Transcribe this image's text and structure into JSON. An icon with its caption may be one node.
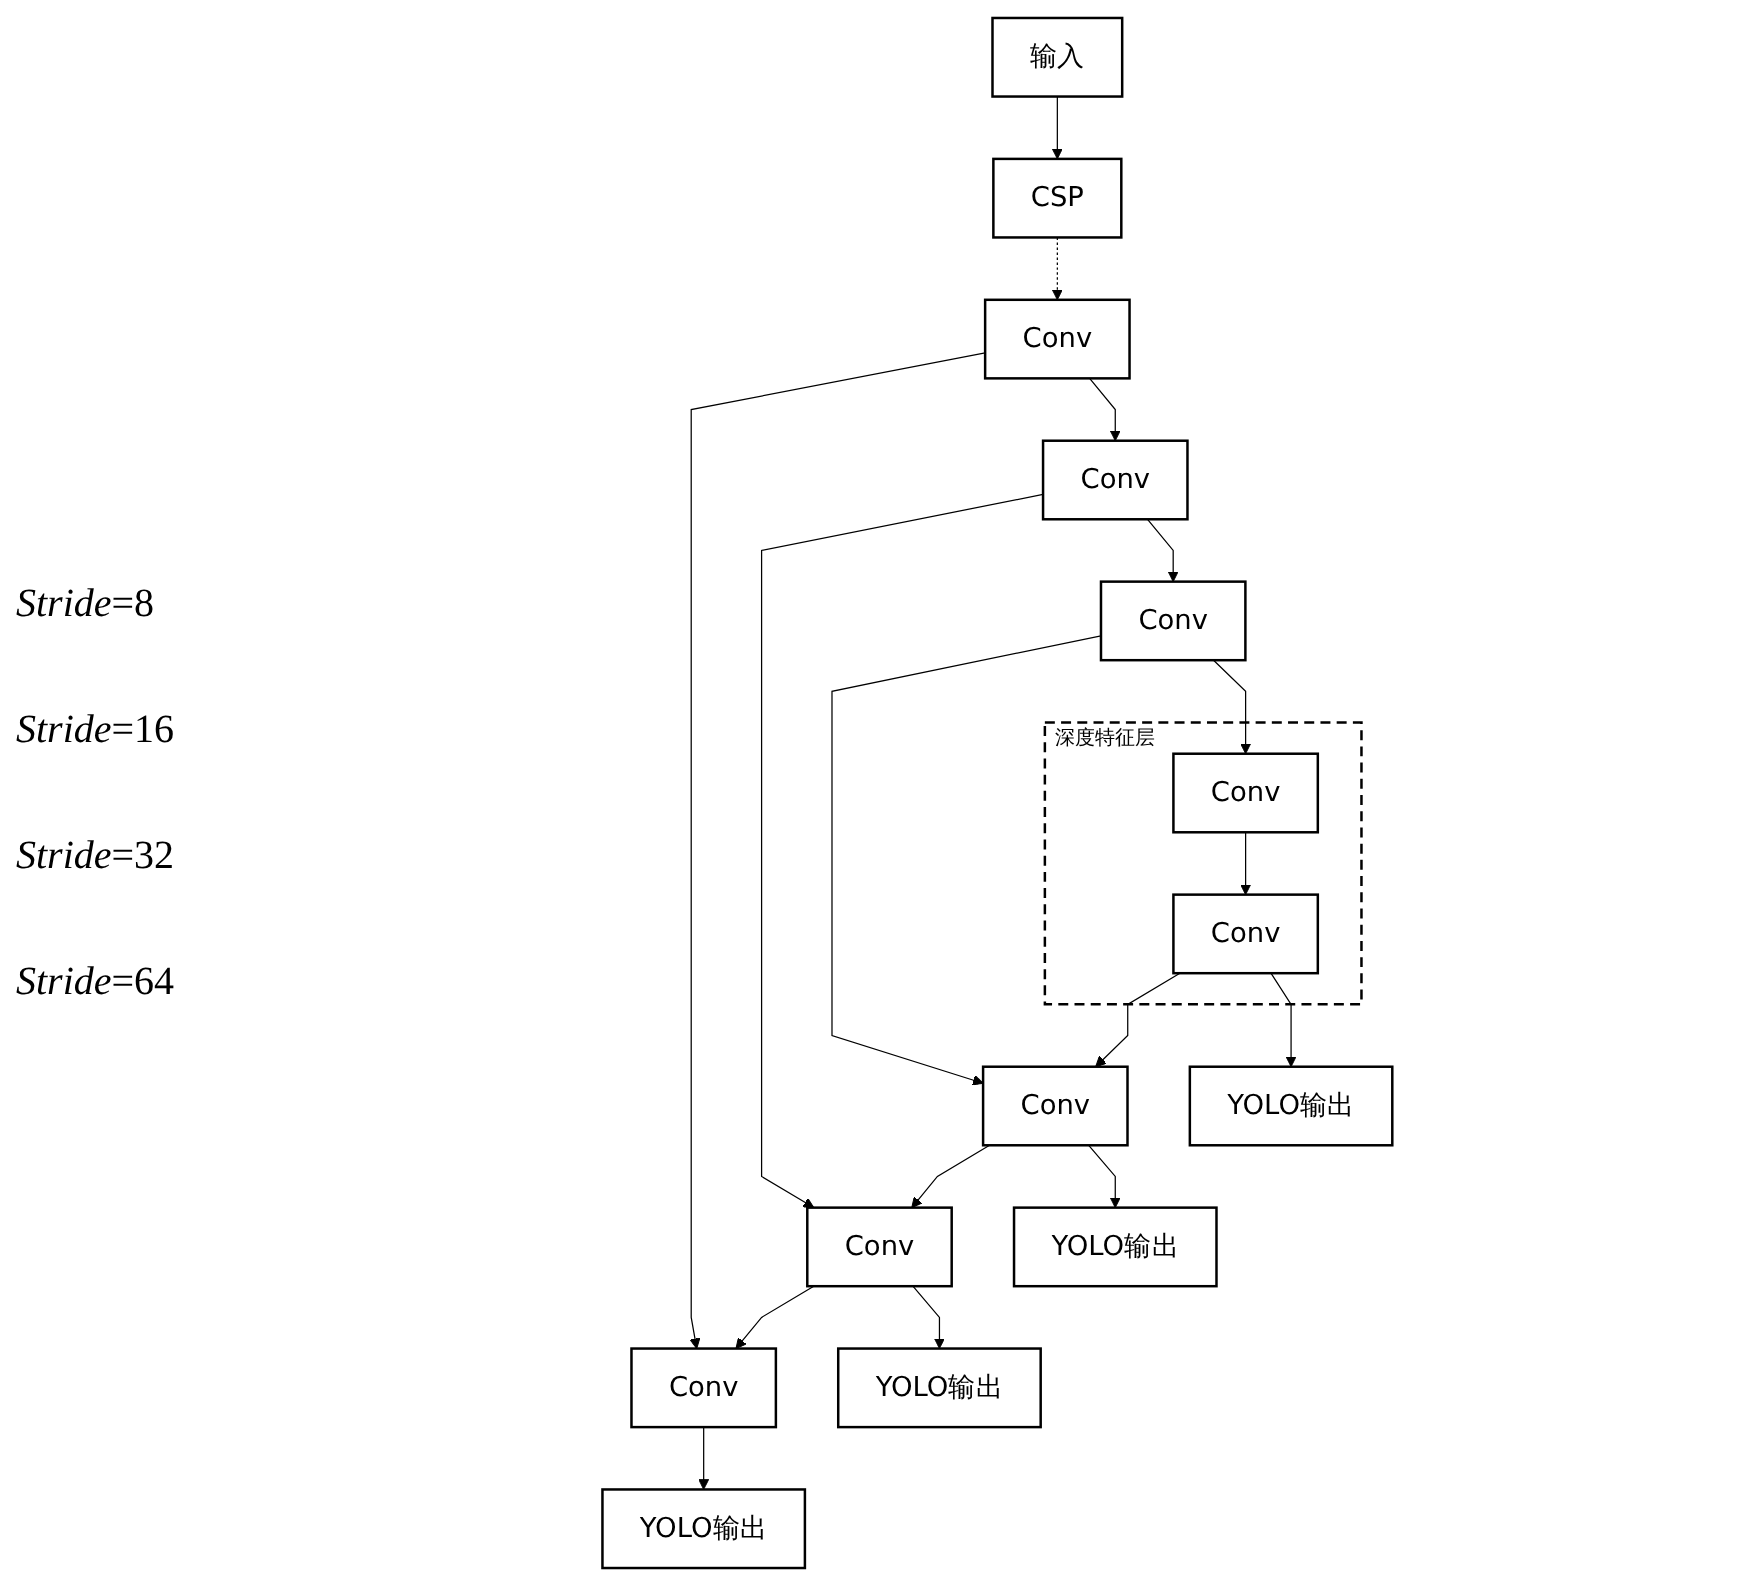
{
  "diagram": {
    "nodes": [
      {
        "text": [
          "输入"
        ]
      },
      {
        "text": [
          "CSP"
        ]
      },
      {
        "text": [
          "Conv"
        ]
      },
      {
        "text": [
          "Conv"
        ]
      },
      {
        "text": [
          "YOLO输出"
        ]
      },
      {
        "text": [
          "Conv"
        ]
      },
      {
        "text": [
          "Conv"
        ]
      },
      {
        "text": [
          "YOLO输出"
        ]
      },
      {
        "text": [
          "Conv"
        ]
      },
      {
        "text": [
          "Conv"
        ]
      },
      {
        "text": [
          "YOLO输出"
        ]
      },
      {
        "text": [
          "深度特征层"
        ]
      },
      {
        "text": [
          "Conv"
        ],
        "in": 11
      },
      {
        "text": [
          "Conv"
        ],
        "in": 11
      },
      {
        "text": [
          "YOLO输出"
        ]
      }
    ],
    "edges": [
      {
        "from": 0,
        "to": 1,
        "arrow": "to"
      },
      {
        "from": 1,
        "to": 2,
        "arrow": "to",
        "style": "dashed"
      },
      {
        "from": 2,
        "to": 3,
        "arrow": "to"
      },
      {
        "from": 3,
        "to": 4,
        "arrow": "to"
      },
      {
        "from": 2,
        "to": 5,
        "arrow": "to"
      },
      {
        "from": 5,
        "to": 6,
        "arrow": "to"
      },
      {
        "from": 6,
        "to": 3,
        "arrow": "to"
      },
      {
        "from": 6,
        "to": 7,
        "arrow": "to"
      },
      {
        "from": 5,
        "to": 8,
        "arrow": "to"
      },
      {
        "from": 8,
        "to": 9,
        "arrow": "to"
      },
      {
        "from": 9,
        "to": 6,
        "arrow": "to"
      },
      {
        "from": 9,
        "to": 10,
        "arrow": "to"
      },
      {
        "from": 8,
        "to": 12,
        "arrow": "to"
      },
      {
        "from": 12,
        "to": 13,
        "arrow": "to"
      },
      {
        "from": 13,
        "to": 9,
        "arrow": "to"
      },
      {
        "from": 13,
        "to": 14,
        "arrow": "to"
      }
    ],
    "labels": [
      "*Stride*=8",
      "*Stride*=16",
      "*Stride*=32",
      "*Stride*=64"
    ]
  }
}
